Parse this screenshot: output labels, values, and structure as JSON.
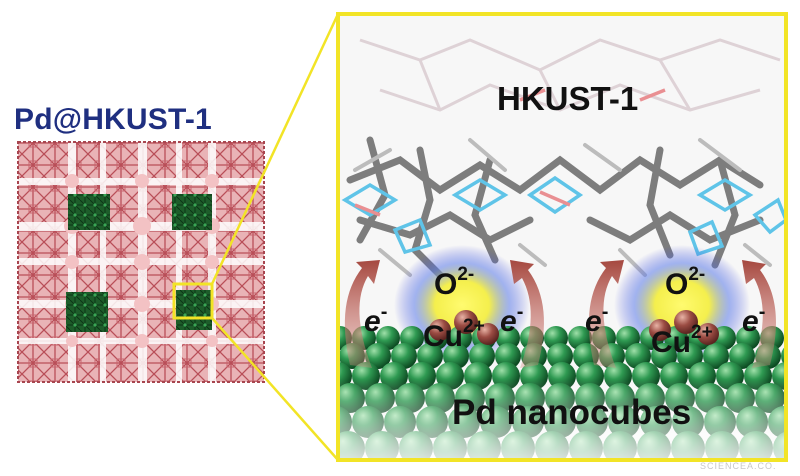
{
  "left_panel": {
    "title": "Pd@HKUST-1"
  },
  "right_panel": {
    "mof_label": "HKUST-1",
    "substrate_label": "Pd nanocubes",
    "sites": [
      {
        "oxide": "O",
        "oxide_charge": "2-",
        "cation": "Cu",
        "cation_charge": "2+"
      },
      {
        "oxide": "O",
        "oxide_charge": "2-",
        "cation": "Cu",
        "cation_charge": "2+"
      }
    ],
    "electrons": [
      {
        "symbol": "e",
        "charge": "-"
      },
      {
        "symbol": "e",
        "charge": "-"
      },
      {
        "symbol": "e",
        "charge": "-"
      },
      {
        "symbol": "e",
        "charge": "-"
      }
    ]
  },
  "watermark": "SCIENCEA.CO.",
  "colors": {
    "zoom_frame": "#f2e426",
    "title_text": "#1f2f80",
    "mof_crystal": "#c9666d",
    "pd_particles": "#1f7a3a",
    "arrow": "#a5483f",
    "site_glow": "#f4ee3a",
    "site_halo": "#3b44d8"
  }
}
